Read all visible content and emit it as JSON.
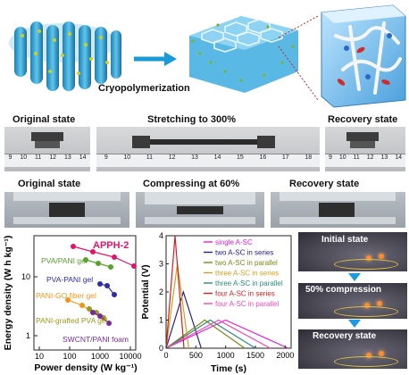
{
  "top": {
    "process_label": "Cryopolymerization"
  },
  "stretch": {
    "original": "Original state",
    "middle": "Stretching to 300%",
    "recovery": "Recovery state",
    "ruler_left": [
      "9",
      "10",
      "11",
      "12",
      "13",
      "14"
    ],
    "ruler_mid": [
      "9",
      "10",
      "11",
      "12",
      "13",
      "14",
      "15",
      "16",
      "17",
      "18"
    ],
    "ruler_right": [
      "9",
      "10",
      "11",
      "12",
      "13",
      "14"
    ]
  },
  "compress": {
    "original": "Original state",
    "middle": "Compressing at 60%",
    "recovery": "Recovery state"
  },
  "ragone": {
    "title": "APPH-2",
    "xlabel": "Power density (W kg⁻¹)",
    "ylabel": "Energy density (W h kg⁻¹)",
    "xticks": [
      "10",
      "100",
      "1000",
      "10000"
    ],
    "yticks": [
      "1",
      "10"
    ],
    "series_labels": [
      "PVA/PANI gel",
      "PVA-PANI gel",
      "PANI-GO fiber gel",
      "PANI-grafted PVA gel",
      "SWCNT/PANI foam"
    ],
    "colors": {
      "apph": "#e0156a",
      "pva_pani_slash": "#58a12b",
      "pva_pani_dash": "#2c2ca8",
      "pani_go": "#f0961a",
      "pani_grafted": "#9a9a1e",
      "swcnt": "#7a2a9a"
    }
  },
  "chart_data": {
    "type": "line",
    "title": "",
    "xlabel": "Time (s)",
    "ylabel": "Potential (V)",
    "xlim": [
      0,
      2100
    ],
    "ylim": [
      0,
      4
    ],
    "xticks": [
      "0",
      "500",
      "1000",
      "1500",
      "2000"
    ],
    "yticks": [
      "0",
      "1",
      "2",
      "3",
      "4"
    ],
    "series": [
      {
        "name": "single A-SC",
        "color": "#e020e0",
        "x": [
          0,
          1000,
          2050
        ],
        "y": [
          0,
          1.0,
          0
        ]
      },
      {
        "name": "two A-SC in series",
        "color": "#22228a",
        "x": [
          0,
          290,
          590
        ],
        "y": [
          0,
          2.0,
          0
        ]
      },
      {
        "name": "two A-SC in parallel",
        "color": "#7a8a10",
        "x": [
          0,
          650,
          1320
        ],
        "y": [
          0,
          1.0,
          0
        ]
      },
      {
        "name": "three A-SC in series",
        "color": "#d4a020",
        "x": [
          0,
          190,
          380
        ],
        "y": [
          0,
          3.0,
          0
        ]
      },
      {
        "name": "three A-SC in parallel",
        "color": "#2a8a7a",
        "x": [
          0,
          740,
          1500
        ],
        "y": [
          0,
          1.0,
          0
        ]
      },
      {
        "name": "four A-SC in series",
        "color": "#d22020",
        "x": [
          0,
          150,
          300
        ],
        "y": [
          0,
          4.0,
          0
        ]
      },
      {
        "name": "four A-SC in parallel",
        "color": "#f048b8",
        "x": [
          0,
          880,
          1750
        ],
        "y": [
          0,
          1.0,
          0
        ]
      }
    ]
  },
  "demo": {
    "state1": "Initial state",
    "state2": "50% compression",
    "state3": "Recovery state"
  }
}
